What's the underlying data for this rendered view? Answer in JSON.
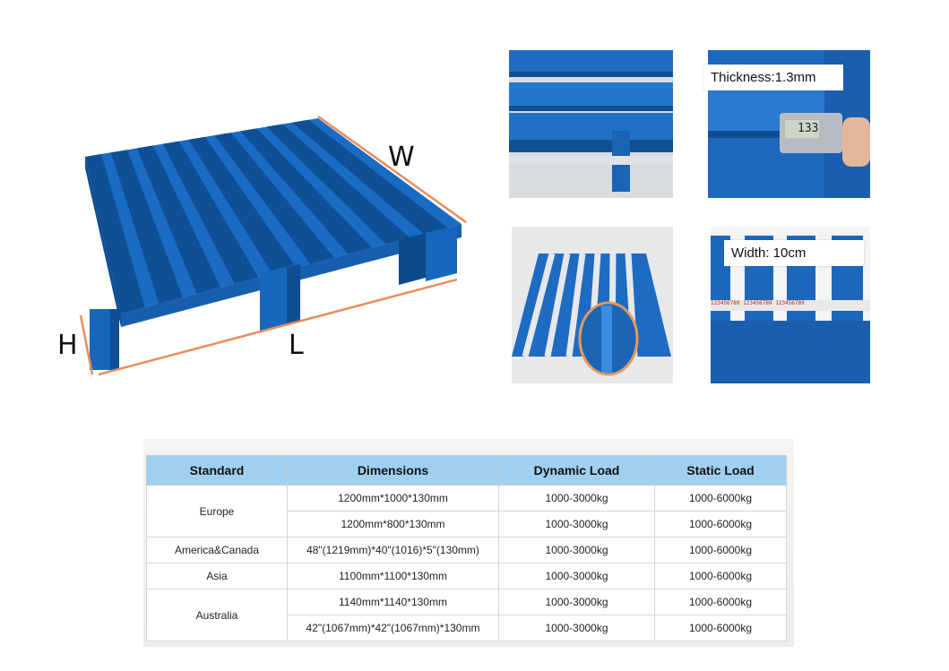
{
  "diagram": {
    "labels": {
      "w": "W",
      "h": "H",
      "l": "L"
    },
    "colors": {
      "pallet_blue": "#1f73c9",
      "dimension_line": "#ea8c5a"
    }
  },
  "photos": [
    {
      "caption": ""
    },
    {
      "caption": "Thickness:1.3mm",
      "display": "133"
    },
    {
      "caption": ""
    },
    {
      "caption": "Width: 10cm",
      "ruler": "123456789 123456789 123456789"
    }
  ],
  "table": {
    "headers": [
      "Standard",
      "Dimensions",
      "Dynamic Load",
      "Static Load"
    ],
    "groups": [
      {
        "standard": "Europe",
        "rows": [
          {
            "dimensions": "1200mm*1000*130mm",
            "dynamic": "1000-3000kg",
            "static": "1000-6000kg"
          },
          {
            "dimensions": "1200mm*800*130mm",
            "dynamic": "1000-3000kg",
            "static": "1000-6000kg"
          }
        ]
      },
      {
        "standard": "America&Canada",
        "rows": [
          {
            "dimensions": "48\"(1219mm)*40\"(1016)*5\"(130mm)",
            "dynamic": "1000-3000kg",
            "static": "1000-6000kg"
          }
        ]
      },
      {
        "standard": "Asia",
        "rows": [
          {
            "dimensions": "1100mm*1100*130mm",
            "dynamic": "1000-3000kg",
            "static": "1000-6000kg"
          }
        ]
      },
      {
        "standard": "Australia",
        "rows": [
          {
            "dimensions": "1140mm*1140*130mm",
            "dynamic": "1000-3000kg",
            "static": "1000-6000kg"
          },
          {
            "dimensions": "42\"(1067mm)*42\"(1067mm)*130mm",
            "dynamic": "1000-3000kg",
            "static": "1000-6000kg"
          }
        ]
      }
    ]
  }
}
